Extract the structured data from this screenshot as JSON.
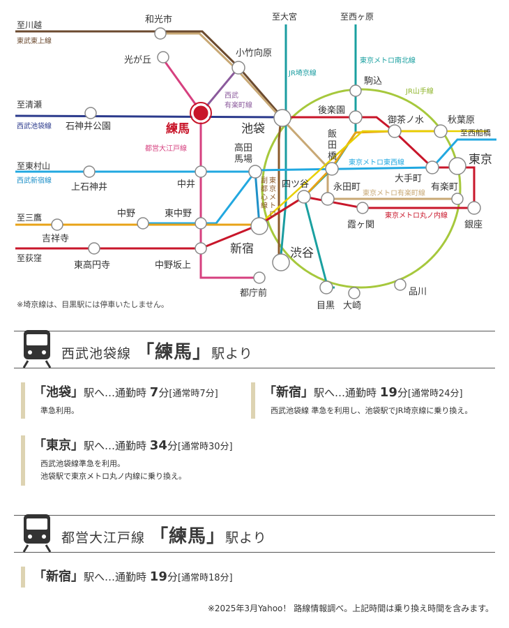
{
  "map": {
    "note": "※埼京線は、目黒駅には停車いたしません。",
    "colors": {
      "tobu_tojo": "#6b4a2f",
      "seibu_ikebukuro": "#2b3a8c",
      "seibu_shinjuku": "#1e90c8",
      "oedo": "#d6407f",
      "yurakucho": "#b59a6a",
      "fukutoshin": "#8b5a2b",
      "saikyo": "#1a9ca0",
      "namboku": "#1aa0a0",
      "yamanote": "#9bc53d",
      "tozai": "#22a8e0",
      "marunouchi": "#c8162a",
      "chuo": "#e8a317",
      "chuo_sobu": "#e8d000",
      "keio": "#c8162a",
      "accent": "#c8162a"
    },
    "lines": {
      "tobu_tojo": "東武東上線",
      "seibu_ikebukuro": "西武池袋線",
      "seibu_yurakucho": "西武\n有楽町線",
      "oedo": "都営大江戸線",
      "saikyo": "JR埼京線",
      "namboku": "東京メトロ南北線",
      "yamanote": "JR山手線",
      "fukutoshin": "東京メトロ副都心線",
      "seibu_shinjuku": "西武新宿線",
      "tozai": "東京メトロ東西線",
      "yurakucho": "東京メトロ有楽町線",
      "marunouchi": "東京メトロ丸ノ内線"
    },
    "directions": {
      "kawagoe": "至川越",
      "kiyose": "至清瀬",
      "higashimurayama": "至東村山",
      "mitaka": "至三鷹",
      "ogikubo": "至荻窪",
      "omiya": "至大宮",
      "nishigahara": "至西ヶ原",
      "nishifunabashi": "至西船橋"
    },
    "stations": {
      "wakoshi": "和光市",
      "hikarigaoka": "光が丘",
      "kotakemukaihara": "小竹向原",
      "nerima": "練馬",
      "ikebukuro": "池袋",
      "shakujiikoen": "石神井公園",
      "kamishakujii": "上石神井",
      "nakai": "中井",
      "takadanobaba": "高田\n馬場",
      "nakano": "中野",
      "higashinakano": "東中野",
      "kichijoji": "吉祥寺",
      "higashikoenji": "東高円寺",
      "nakanosakaue": "中野坂上",
      "shinjuku": "新宿",
      "tochomae": "都庁前",
      "shibuya": "渋谷",
      "meguro": "目黒",
      "osaki": "大崎",
      "shinagawa": "品川",
      "komagome": "駒込",
      "korakuen": "後楽園",
      "iidabashi": "飯\n田\n橋",
      "ochanomizu": "御茶ノ水",
      "akihabara": "秋葉原",
      "tokyo": "東京",
      "otemachi": "大手町",
      "yurakucho": "有楽町",
      "ginza": "銀座",
      "nagatacho": "永田町",
      "yotsuya": "四ツ谷",
      "kasumigaseki": "霞ヶ関"
    }
  },
  "sections": [
    {
      "line": "西武池袋線",
      "station_open": "「",
      "station": "練馬",
      "station_close": "」",
      "suffix": "駅より",
      "routes": [
        {
          "open": "「",
          "dest": "池袋",
          "close": "」",
          "to": "駅へ…通勤時",
          "minutes": "7",
          "unit": "分",
          "normal": "[通常時7分]",
          "notes": [
            "準急利用。"
          ]
        },
        {
          "open": "「",
          "dest": "新宿",
          "close": "」",
          "to": "駅へ…通勤時",
          "minutes": "19",
          "unit": "分",
          "normal": "[通常時24分]",
          "notes": [
            "西武池袋線 準急を利用し、池袋駅でJR埼京線に乗り換え。"
          ]
        },
        {
          "open": "「",
          "dest": "東京",
          "close": "」",
          "to": "駅へ…通勤時",
          "minutes": "34",
          "unit": "分",
          "normal": "[通常時30分]",
          "notes": [
            "西武池袋線準急を利用。",
            "池袋駅で東京メトロ丸ノ内線に乗り換え。"
          ]
        }
      ]
    },
    {
      "line": "都営大江戸線",
      "station_open": "「",
      "station": "練馬",
      "station_close": "」",
      "suffix": "駅より",
      "routes": [
        {
          "open": "「",
          "dest": "新宿",
          "close": "」",
          "to": "駅へ…通勤時",
          "minutes": "19",
          "unit": "分",
          "normal": "[通常時18分]",
          "notes": []
        }
      ]
    }
  ],
  "footnote": "※2025年3月Yahoo！ 路線情報調べ。上記時間は乗り換え時間を含みます。"
}
